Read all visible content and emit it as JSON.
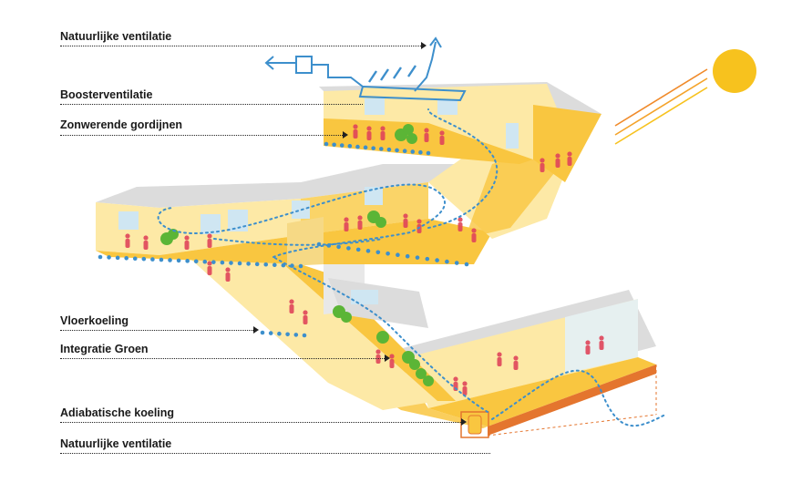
{
  "labels": {
    "natural_ventilation_top": "Natuurlijke ventilatie",
    "booster_ventilation": "Boosterventilatie",
    "sun_blinds": "Zonwerende gordijnen",
    "floor_cooling": "Vloerkoeling",
    "green_integration": "Integratie Groen",
    "adiabatic_cooling": "Adiabatische koeling",
    "natural_ventilation_bottom": "Natuurlijke ventilatie"
  },
  "colors": {
    "warm_yellow": "#f9c640",
    "pale_yellow": "#fde9a6",
    "roof_grey": "#dcdcdc",
    "window_blue": "#cfe6f2",
    "airflow_blue": "#3d8fcc",
    "people_red": "#e0455a",
    "plant_green": "#5bb536",
    "sun": "#f7c21e",
    "sun_rays": "#f08a2a",
    "ground_orange": "#e4752e",
    "text": "#1a1a1a"
  },
  "icons": [
    "sun-icon",
    "fan-unit-icon",
    "plant-icon",
    "person-icon",
    "airflow-arrow-icon"
  ]
}
